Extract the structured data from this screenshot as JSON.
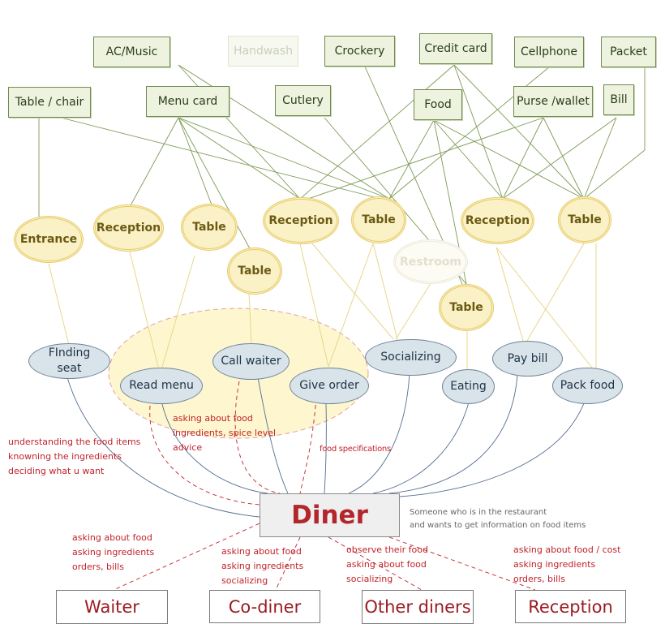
{
  "colors": {
    "object_fill": "#edf3de",
    "object_border": "#6f8a4e",
    "place_fill": "#fbf1c6",
    "place_border": "#e6cc6a",
    "activity_fill": "#d9e3ea",
    "activity_border": "#6e8498",
    "diner_text": "#b3262b",
    "note_text": "#c0232b",
    "object_link": "#7c9a55",
    "place_link": "#e8d78a",
    "activity_link": "#556e92",
    "interaction_link": "#c0232b",
    "focus_zone": "#fdf6cf"
  },
  "objects": {
    "ac_music": "AC/Music",
    "handwash": "Handwash",
    "crockery": "Crockery",
    "credit_card": "Credit card",
    "cellphone": "Cellphone",
    "packet": "Packet",
    "table_chair": "Table / chair",
    "menu_card": "Menu card",
    "cutlery": "Cutlery",
    "food": "Food",
    "purse_wallet": "Purse /wallet",
    "bill": "Bill"
  },
  "places": {
    "entrance": "Entrance",
    "reception_1": "Reception",
    "table_1": "Table",
    "reception_2": "Reception",
    "table_2": "Table",
    "reception_3": "Reception",
    "table_3": "Table",
    "table_4": "Table",
    "restroom": "Restroom",
    "table_5": "Table"
  },
  "activities": {
    "finding_seat": "FInding seat",
    "read_menu": "Read menu",
    "call_waiter": "Call waiter",
    "give_order": "Give order",
    "socializing": "Socializing",
    "eating": "Eating",
    "pay_bill": "Pay bill",
    "pack_food": "Pack food"
  },
  "diner": {
    "label": "Diner",
    "description_1": "Someone who is in the restaurant",
    "description_2": "and wants to get information on food items"
  },
  "people": {
    "waiter": "Waiter",
    "co_diner": "Co-diner",
    "other_diners": "Other diners",
    "reception": "Reception"
  },
  "notes": {
    "understanding": [
      "understanding the food items",
      "knowning the ingredients",
      "deciding what u want"
    ],
    "menu_questions": [
      "asking about food",
      "ingredients, spice level",
      "advice"
    ],
    "food_specs": "food specifications",
    "waiter": [
      "asking about food",
      "asking ingredients",
      "orders, bills"
    ],
    "co_diner": [
      "asking about food",
      "asking ingredients",
      "socializing"
    ],
    "other_diners": [
      "observe their food",
      "asking about food",
      "socializing"
    ],
    "reception": [
      "asking about food / cost",
      "asking ingredients",
      "orders, bills"
    ]
  }
}
